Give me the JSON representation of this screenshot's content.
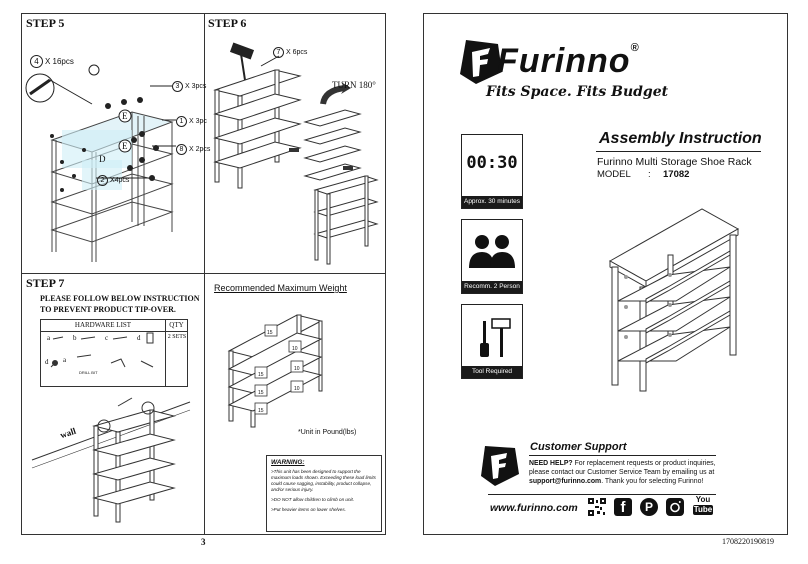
{
  "left_page": {
    "step5": {
      "title": "STEP 5",
      "callouts": {
        "c4": "4",
        "c4_qty": "X 16pcs",
        "c3": "3",
        "c3_qty": "X 3pcs",
        "c1": "1",
        "c1_qty": "X 3pc",
        "c8": "8",
        "c8_qty": "X 2pcs",
        "c2": "2",
        "c2_qty": "X4pcs",
        "e1": "E",
        "e2": "E",
        "d": "D"
      }
    },
    "step6": {
      "title": "STEP 6",
      "callouts": {
        "c7": "7",
        "c7_qty": "X 6pcs",
        "turn": "TURN 180°"
      }
    },
    "step7": {
      "title": "STEP 7",
      "instruction_line1": "PLEASE FOLLOW BELOW INSTRUCTION",
      "instruction_line2": "TO PREVENT PRODUCT TIP-OVER.",
      "hardware_header": "HARDWARE LIST",
      "qty_header": "QTY",
      "qty_value": "2 SETS",
      "parts": [
        "a",
        "b",
        "c",
        "d"
      ],
      "drill_label": "DRILL BIT",
      "wall_label": "wall"
    },
    "weight": {
      "title": "Recommended Maximum Weight",
      "loads": [
        "15",
        "10",
        "15",
        "10",
        "15",
        "10",
        "15"
      ],
      "unit_note": "*Unit in Pound(lbs)",
      "warning_title": "WARNING:",
      "warnings": [
        ">This unit has been designed to support the maximum loads shown. Exceeding these load limits could cause sagging, instability, product collapse, and/or serious injury.",
        ">DO NOT allow children to climb on unit.",
        ">Put heavier items on lower shelves."
      ]
    },
    "page_number": "3"
  },
  "right_page": {
    "brand": "Furinno",
    "registered": "®",
    "slogan": "Fits Space. Fits Budget",
    "doc_title": "Assembly Instruction",
    "product_name": "Furinno Multi Storage Shoe Rack",
    "model_label": "MODEL",
    "model_sep": ":",
    "model_number": "17082",
    "tiles": [
      {
        "display": "00:30",
        "label": "Approx. 30 minutes",
        "icon": "timer-icon"
      },
      {
        "label": "Recomm. 2 Person",
        "icon": "two-people-icon"
      },
      {
        "label": "Tool Required",
        "icon": "tools-icon"
      }
    ],
    "support_title": "Customer Support",
    "support_lead": "NEED HELP?",
    "support_line1": " For replacement requests or product inquiries,",
    "support_line2": "please contact our Customer Service Team by emailing us at",
    "support_email": "support@furinno.com",
    "support_line3": ". Thank you for selecting Furinno!",
    "website": "www.furinno.com",
    "social": [
      "qr-code-icon",
      "facebook-icon",
      "pinterest-icon",
      "instagram-icon",
      "youtube-icon"
    ],
    "social_text": {
      "facebook": "f",
      "pinterest": "P",
      "youtube_top": "You",
      "youtube_bottom": "Tube"
    },
    "doc_code": "1708220190819"
  }
}
